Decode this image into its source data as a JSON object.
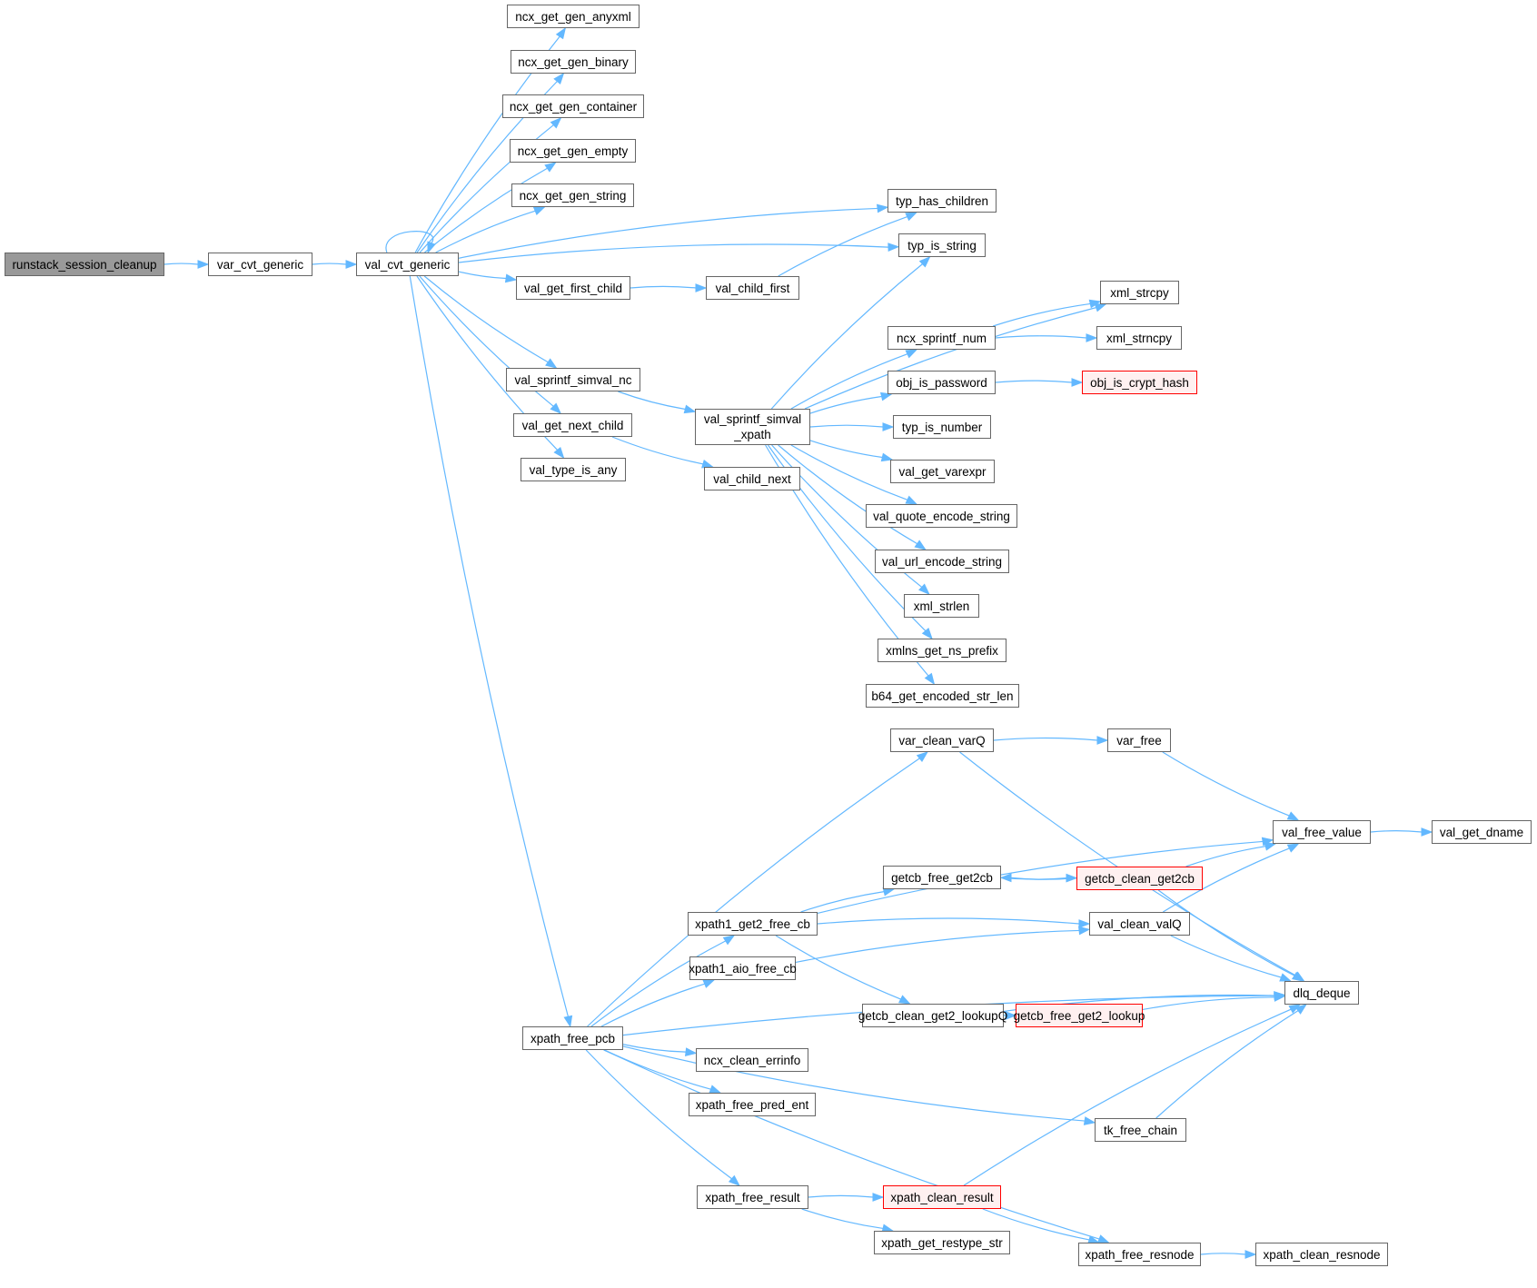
{
  "graph": {
    "title": "runstack_session_cleanup call graph",
    "colors": {
      "edge": "#63b8ff",
      "node_border": "#666666",
      "root_fill": "#999999",
      "truncated_border": "#ff0000",
      "truncated_fill": "#fff0f0"
    },
    "nodes": {
      "runstack_session_cleanup": {
        "label": "runstack_session_cleanup",
        "kind": "root"
      },
      "var_cvt_generic": {
        "label": "var_cvt_generic",
        "kind": "normal"
      },
      "val_cvt_generic": {
        "label": "val_cvt_generic",
        "kind": "normal"
      },
      "ncx_get_gen_anyxml": {
        "label": "ncx_get_gen_anyxml",
        "kind": "normal"
      },
      "ncx_get_gen_binary": {
        "label": "ncx_get_gen_binary",
        "kind": "normal"
      },
      "ncx_get_gen_container": {
        "label": "ncx_get_gen_container",
        "kind": "normal"
      },
      "ncx_get_gen_empty": {
        "label": "ncx_get_gen_empty",
        "kind": "normal"
      },
      "ncx_get_gen_string": {
        "label": "ncx_get_gen_string",
        "kind": "normal"
      },
      "val_get_first_child": {
        "label": "val_get_first_child",
        "kind": "normal"
      },
      "val_child_first": {
        "label": "val_child_first",
        "kind": "normal"
      },
      "val_sprintf_simval_nc": {
        "label": "val_sprintf_simval_nc",
        "kind": "normal"
      },
      "val_get_next_child": {
        "label": "val_get_next_child",
        "kind": "normal"
      },
      "val_type_is_any": {
        "label": "val_type_is_any",
        "kind": "normal"
      },
      "val_sprintf_simval_xpath": {
        "label": "val_sprintf_simval\n_xpath",
        "kind": "normal"
      },
      "val_child_next": {
        "label": "val_child_next",
        "kind": "normal"
      },
      "typ_has_children": {
        "label": "typ_has_children",
        "kind": "normal"
      },
      "typ_is_string": {
        "label": "typ_is_string",
        "kind": "normal"
      },
      "xml_strcpy": {
        "label": "xml_strcpy",
        "kind": "normal"
      },
      "ncx_sprintf_num": {
        "label": "ncx_sprintf_num",
        "kind": "normal"
      },
      "xml_strncpy": {
        "label": "xml_strncpy",
        "kind": "normal"
      },
      "obj_is_password": {
        "label": "obj_is_password",
        "kind": "normal"
      },
      "obj_is_crypt_hash": {
        "label": "obj_is_crypt_hash",
        "kind": "truncated"
      },
      "typ_is_number": {
        "label": "typ_is_number",
        "kind": "normal"
      },
      "val_get_varexpr": {
        "label": "val_get_varexpr",
        "kind": "normal"
      },
      "val_quote_encode_string": {
        "label": "val_quote_encode_string",
        "kind": "normal"
      },
      "val_url_encode_string": {
        "label": "val_url_encode_string",
        "kind": "normal"
      },
      "xml_strlen": {
        "label": "xml_strlen",
        "kind": "normal"
      },
      "xmlns_get_ns_prefix": {
        "label": "xmlns_get_ns_prefix",
        "kind": "normal"
      },
      "b64_get_encoded_str_len": {
        "label": "b64_get_encoded_str_len",
        "kind": "normal"
      },
      "xpath_free_pcb": {
        "label": "xpath_free_pcb",
        "kind": "normal"
      },
      "var_clean_varQ": {
        "label": "var_clean_varQ",
        "kind": "normal"
      },
      "var_free": {
        "label": "var_free",
        "kind": "normal"
      },
      "val_free_value": {
        "label": "val_free_value",
        "kind": "normal"
      },
      "val_get_dname": {
        "label": "val_get_dname",
        "kind": "normal"
      },
      "getcb_free_get2cb": {
        "label": "getcb_free_get2cb",
        "kind": "normal"
      },
      "getcb_clean_get2cb": {
        "label": "getcb_clean_get2cb",
        "kind": "truncated"
      },
      "xpath1_get2_free_cb": {
        "label": "xpath1_get2_free_cb",
        "kind": "normal"
      },
      "val_clean_valQ": {
        "label": "val_clean_valQ",
        "kind": "normal"
      },
      "xpath1_aio_free_cb": {
        "label": "xpath1_aio_free_cb",
        "kind": "normal"
      },
      "dlq_deque": {
        "label": "dlq_deque",
        "kind": "normal"
      },
      "getcb_clean_get2_lookupQ": {
        "label": "getcb_clean_get2_lookupQ",
        "kind": "normal"
      },
      "getcb_free_get2_lookup": {
        "label": "getcb_free_get2_lookup",
        "kind": "truncated"
      },
      "ncx_clean_errinfo": {
        "label": "ncx_clean_errinfo",
        "kind": "normal"
      },
      "xpath_free_pred_ent": {
        "label": "xpath_free_pred_ent",
        "kind": "normal"
      },
      "tk_free_chain": {
        "label": "tk_free_chain",
        "kind": "normal"
      },
      "xpath_free_result": {
        "label": "xpath_free_result",
        "kind": "normal"
      },
      "xpath_clean_result": {
        "label": "xpath_clean_result",
        "kind": "truncated"
      },
      "xpath_get_restype_str": {
        "label": "xpath_get_restype_str",
        "kind": "normal"
      },
      "xpath_free_resnode": {
        "label": "xpath_free_resnode",
        "kind": "normal"
      },
      "xpath_clean_resnode": {
        "label": "xpath_clean_resnode",
        "kind": "normal"
      }
    },
    "edges": [
      [
        "runstack_session_cleanup",
        "var_cvt_generic"
      ],
      [
        "var_cvt_generic",
        "val_cvt_generic"
      ],
      [
        "val_cvt_generic",
        "val_cvt_generic"
      ],
      [
        "val_cvt_generic",
        "ncx_get_gen_anyxml"
      ],
      [
        "val_cvt_generic",
        "ncx_get_gen_binary"
      ],
      [
        "val_cvt_generic",
        "ncx_get_gen_container"
      ],
      [
        "val_cvt_generic",
        "ncx_get_gen_empty"
      ],
      [
        "val_cvt_generic",
        "ncx_get_gen_string"
      ],
      [
        "val_cvt_generic",
        "typ_has_children"
      ],
      [
        "val_cvt_generic",
        "val_get_first_child"
      ],
      [
        "val_cvt_generic",
        "typ_is_string"
      ],
      [
        "val_cvt_generic",
        "val_sprintf_simval_nc"
      ],
      [
        "val_cvt_generic",
        "val_get_next_child"
      ],
      [
        "val_cvt_generic",
        "val_type_is_any"
      ],
      [
        "val_cvt_generic",
        "xpath_free_pcb"
      ],
      [
        "val_get_first_child",
        "val_child_first"
      ],
      [
        "val_child_first",
        "typ_has_children"
      ],
      [
        "val_sprintf_simval_nc",
        "val_sprintf_simval_xpath"
      ],
      [
        "val_get_next_child",
        "val_child_next"
      ],
      [
        "val_sprintf_simval_xpath",
        "typ_is_string"
      ],
      [
        "val_sprintf_simval_xpath",
        "xml_strcpy"
      ],
      [
        "val_sprintf_simval_xpath",
        "ncx_sprintf_num"
      ],
      [
        "val_sprintf_simval_xpath",
        "obj_is_password"
      ],
      [
        "val_sprintf_simval_xpath",
        "typ_is_number"
      ],
      [
        "val_sprintf_simval_xpath",
        "val_get_varexpr"
      ],
      [
        "val_sprintf_simval_xpath",
        "val_quote_encode_string"
      ],
      [
        "val_sprintf_simval_xpath",
        "val_url_encode_string"
      ],
      [
        "val_sprintf_simval_xpath",
        "xml_strlen"
      ],
      [
        "val_sprintf_simval_xpath",
        "xmlns_get_ns_prefix"
      ],
      [
        "val_sprintf_simval_xpath",
        "b64_get_encoded_str_len"
      ],
      [
        "ncx_sprintf_num",
        "xml_strcpy"
      ],
      [
        "ncx_sprintf_num",
        "xml_strncpy"
      ],
      [
        "obj_is_password",
        "obj_is_crypt_hash"
      ],
      [
        "xpath_free_pcb",
        "var_clean_varQ"
      ],
      [
        "xpath_free_pcb",
        "xpath1_get2_free_cb"
      ],
      [
        "xpath_free_pcb",
        "xpath1_aio_free_cb"
      ],
      [
        "xpath_free_pcb",
        "dlq_deque"
      ],
      [
        "xpath_free_pcb",
        "ncx_clean_errinfo"
      ],
      [
        "xpath_free_pcb",
        "xpath_free_pred_ent"
      ],
      [
        "xpath_free_pcb",
        "tk_free_chain"
      ],
      [
        "xpath_free_pcb",
        "xpath_free_result"
      ],
      [
        "xpath_free_pcb",
        "xpath_free_resnode"
      ],
      [
        "var_clean_varQ",
        "var_free"
      ],
      [
        "var_clean_varQ",
        "dlq_deque"
      ],
      [
        "var_free",
        "val_free_value"
      ],
      [
        "val_free_value",
        "val_get_dname"
      ],
      [
        "xpath1_get2_free_cb",
        "val_free_value"
      ],
      [
        "xpath1_get2_free_cb",
        "getcb_free_get2cb"
      ],
      [
        "xpath1_get2_free_cb",
        "val_clean_valQ"
      ],
      [
        "xpath1_get2_free_cb",
        "getcb_clean_get2_lookupQ"
      ],
      [
        "getcb_free_get2cb",
        "getcb_clean_get2cb"
      ],
      [
        "getcb_clean_get2cb",
        "getcb_free_get2cb"
      ],
      [
        "getcb_clean_get2cb",
        "val_free_value"
      ],
      [
        "getcb_clean_get2cb",
        "dlq_deque"
      ],
      [
        "val_clean_valQ",
        "val_free_value"
      ],
      [
        "val_clean_valQ",
        "dlq_deque"
      ],
      [
        "xpath1_aio_free_cb",
        "val_clean_valQ"
      ],
      [
        "getcb_clean_get2_lookupQ",
        "dlq_deque"
      ],
      [
        "getcb_clean_get2_lookupQ",
        "getcb_free_get2_lookup"
      ],
      [
        "getcb_free_get2_lookup",
        "dlq_deque"
      ],
      [
        "tk_free_chain",
        "dlq_deque"
      ],
      [
        "xpath_free_result",
        "xpath_clean_result"
      ],
      [
        "xpath_free_result",
        "xpath_get_restype_str"
      ],
      [
        "xpath_clean_result",
        "dlq_deque"
      ],
      [
        "xpath_clean_result",
        "xpath_free_resnode"
      ],
      [
        "xpath_free_resnode",
        "xpath_clean_resnode"
      ]
    ]
  }
}
